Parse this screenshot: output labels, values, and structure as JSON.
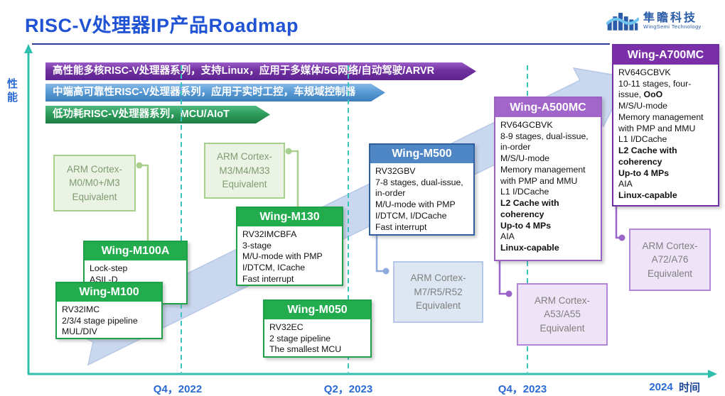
{
  "header": {
    "title": "RISC-V处理器IP产品Roadmap",
    "logo": {
      "company": "隼瞻科技",
      "subtitle": "WingSemi Technology"
    }
  },
  "axes": {
    "y_label": "性能",
    "x_label": "时间",
    "ticks": [
      {
        "label": "Q4，2022"
      },
      {
        "label": "Q2，2023"
      },
      {
        "label": "Q4，2023"
      },
      {
        "label": "2024"
      }
    ]
  },
  "banners": [
    {
      "text": "高性能多核RISC-V处理器系列，支持Linux，应用于多媒体/5G网络/自动驾驶/ARVR",
      "color": "#7030A0"
    },
    {
      "text": "中端高可靠性RISC-V处理器系列，应用于实时工控，车规域控制器",
      "color": "#5B9BD5"
    },
    {
      "text": "低功耗RISC-V处理器系列，MCU/AIoT",
      "color": "#2E9E5C"
    }
  ],
  "products": [
    {
      "id": "m100a",
      "name": "Wing-M100A",
      "tier_color": "#22ac4e",
      "lines": [
        {
          "t": "Lock-step"
        },
        {
          "t": "ASIL-D"
        }
      ]
    },
    {
      "id": "m100",
      "name": "Wing-M100",
      "tier_color": "#22ac4e",
      "lines": [
        {
          "t": "RV32IMC"
        },
        {
          "t": "2/3/4 stage pipeline"
        },
        {
          "t": "MUL/DIV"
        }
      ]
    },
    {
      "id": "m130",
      "name": "Wing-M130",
      "tier_color": "#22ac4e",
      "lines": [
        {
          "t": "RV32IMCBFA"
        },
        {
          "t": "3-stage"
        },
        {
          "t": "M/U-mode with PMP"
        },
        {
          "t": "I/DTCM, ICache"
        },
        {
          "t": "Fast interrupt"
        }
      ]
    },
    {
      "id": "m050",
      "name": "Wing-M050",
      "tier_color": "#22ac4e",
      "lines": [
        {
          "t": "RV32EC"
        },
        {
          "t": "2 stage pipeline"
        },
        {
          "t": "The smallest MCU"
        }
      ]
    },
    {
      "id": "m500",
      "name": "Wing-M500",
      "tier_color": "#4f86c6",
      "lines": [
        {
          "t": "RV32GBV"
        },
        {
          "t": "7-8 stages, dual-issue,"
        },
        {
          "t": "in-order"
        },
        {
          "t": "M/U-mode with PMP"
        },
        {
          "t": "I/DTCM, I/DCache"
        },
        {
          "t": "Fast interrupt"
        }
      ]
    },
    {
      "id": "a500",
      "name": "Wing-A500MC",
      "tier_color": "#a265c9",
      "lines": [
        {
          "t": "RV64GCBVK"
        },
        {
          "t": "8-9 stages, dual-issue,"
        },
        {
          "t": "in-order"
        },
        {
          "t": "M/S/U-mode"
        },
        {
          "t": "Memory management"
        },
        {
          "t": "with PMP and MMU"
        },
        {
          "t": "L1 I/DCache"
        },
        {
          "t": "L2 Cache with",
          "b": 1
        },
        {
          "t": "coherency",
          "b": 1
        },
        {
          "t": "Up-to 4 MPs",
          "b": 1
        },
        {
          "t": "AIA"
        },
        {
          "t": "Linux-capable",
          "b": 1
        }
      ]
    },
    {
      "id": "a700",
      "name": "Wing-A700MC",
      "tier_color": "#7a2fa8",
      "lines": [
        {
          "t": "RV64GCBVK"
        },
        {
          "t": "10-11 stages, four-"
        },
        {
          "t": "issue, ",
          "tb": "OoO"
        },
        {
          "t": "M/S/U-mode"
        },
        {
          "t": "Memory management"
        },
        {
          "t": "with PMP and MMU"
        },
        {
          "t": "L1 I/DCache"
        },
        {
          "t": "L2 Cache with",
          "b": 1
        },
        {
          "t": "coherency",
          "b": 1
        },
        {
          "t": "Up-to 4 MPs",
          "b": 1
        },
        {
          "t": "AIA"
        },
        {
          "t": "Linux-capable",
          "b": 1
        }
      ]
    }
  ],
  "arm_equivalents": [
    {
      "id": "m0",
      "lines": [
        "ARM Cortex-",
        "M0/M0+/M3",
        "Equivalent"
      ]
    },
    {
      "id": "m33",
      "lines": [
        "ARM Cortex-",
        "M3/M4/M33",
        "Equivalent"
      ]
    },
    {
      "id": "m7",
      "lines": [
        "ARM Cortex-",
        "M7/R5/R52",
        "Equivalent"
      ]
    },
    {
      "id": "a53",
      "lines": [
        "ARM Cortex-",
        "A53/A55",
        "Equivalent"
      ]
    },
    {
      "id": "a72",
      "lines": [
        "ARM Cortex-",
        "A72/A76",
        "Equivalent"
      ]
    }
  ],
  "colors": {
    "title_blue": "#2053d4",
    "axis_teal": "#2fc0ad",
    "dashed_teal": "#38c6bc",
    "swoosh_blue": "#c9d8ef",
    "green_tier": "#22ac4e",
    "blue_tier": "#4f86c6",
    "violet_tier": "#a265c9",
    "purple_tier": "#7a2fa8"
  }
}
